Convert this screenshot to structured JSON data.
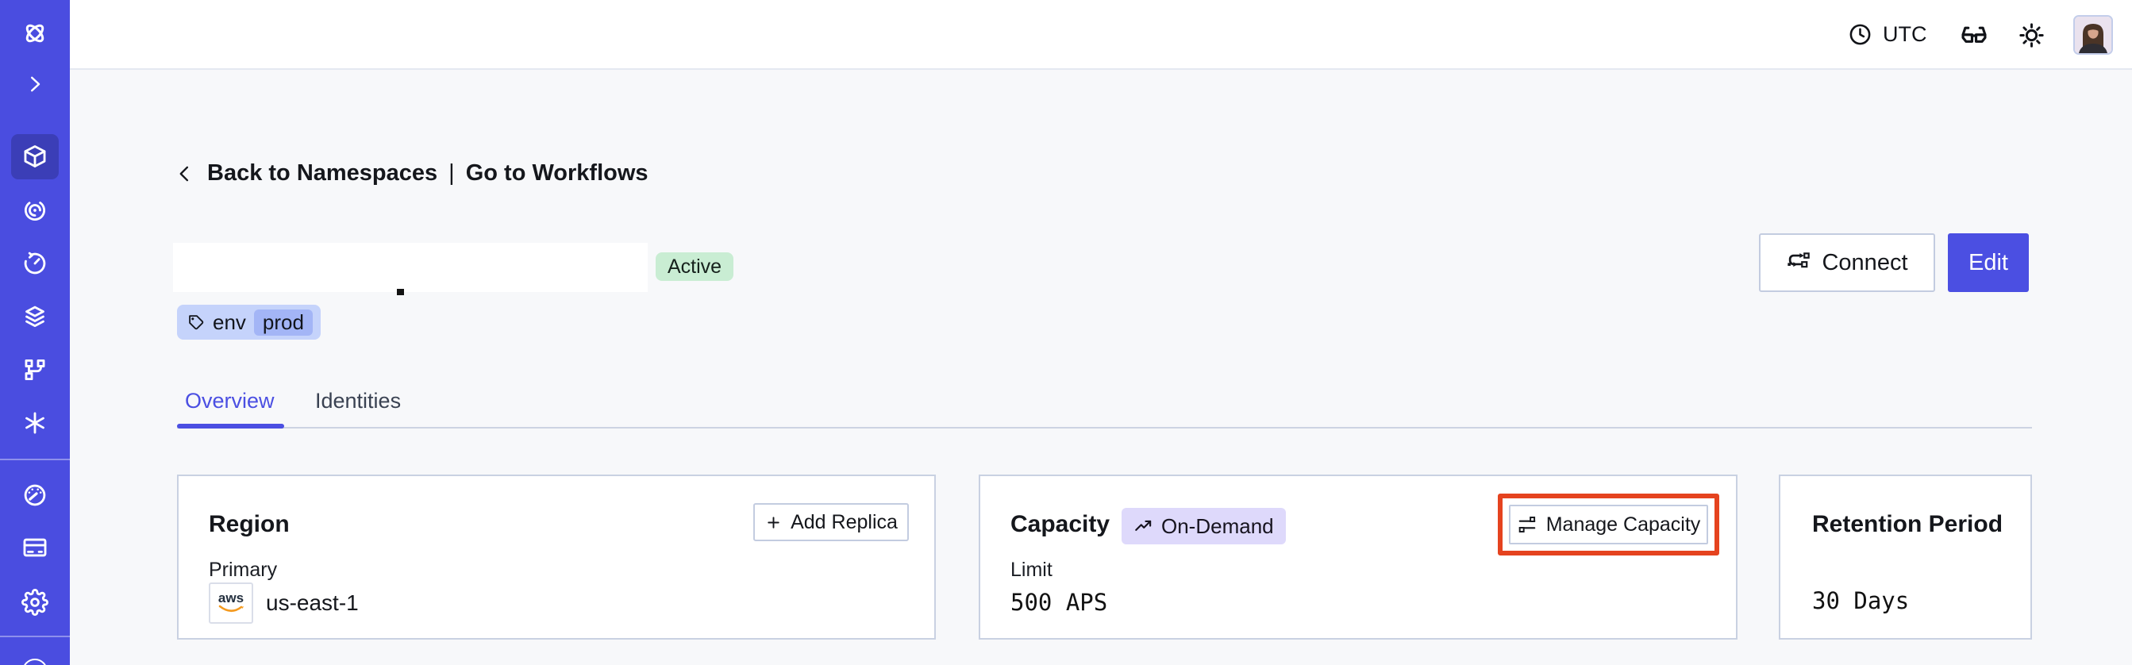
{
  "colors": {
    "accent": "#4b4fe2",
    "sidebar_bg": "#4a4de0",
    "sidebar_active_bg": "#3b3eb7",
    "page_bg": "#f7f8fa",
    "card_border": "#c9d1e2",
    "active_badge_bg": "#c9edd3",
    "ondemand_badge_bg": "#ded9fb",
    "tag_bg": "#c5d3fb",
    "tag_inner_bg": "#a3b5f6",
    "highlight_red": "#e5431f",
    "aws_orange": "#f49a1f"
  },
  "sidebar": {
    "icons": [
      "temporal-logo",
      "chevron-right",
      "cube",
      "spiral",
      "clock-history",
      "layers",
      "branch",
      "asterisk",
      "gauge",
      "credit-card",
      "gear",
      "circle-partial"
    ],
    "active_index": 2
  },
  "topbar": {
    "timezone": "UTC",
    "icons": [
      "clock",
      "glasses",
      "sun",
      "avatar"
    ]
  },
  "breadcrumb": {
    "back": "Back to Namespaces",
    "separator": "|",
    "forward": "Go to Workflows"
  },
  "namespace": {
    "status": "Active",
    "tag_key": "env",
    "tag_value": "prod",
    "connect_label": "Connect",
    "edit_label": "Edit"
  },
  "tabs": [
    {
      "label": "Overview",
      "active": true
    },
    {
      "label": "Identities",
      "active": false
    }
  ],
  "cards": {
    "region": {
      "title": "Region",
      "add_replica_label": "Add Replica",
      "primary_label": "Primary",
      "provider": "aws",
      "value": "us-east-1"
    },
    "capacity": {
      "title": "Capacity",
      "badge": "On-Demand",
      "manage_label": "Manage Capacity",
      "limit_label": "Limit",
      "value": "500 APS"
    },
    "retention": {
      "title": "Retention Period",
      "value": "30 Days"
    }
  }
}
